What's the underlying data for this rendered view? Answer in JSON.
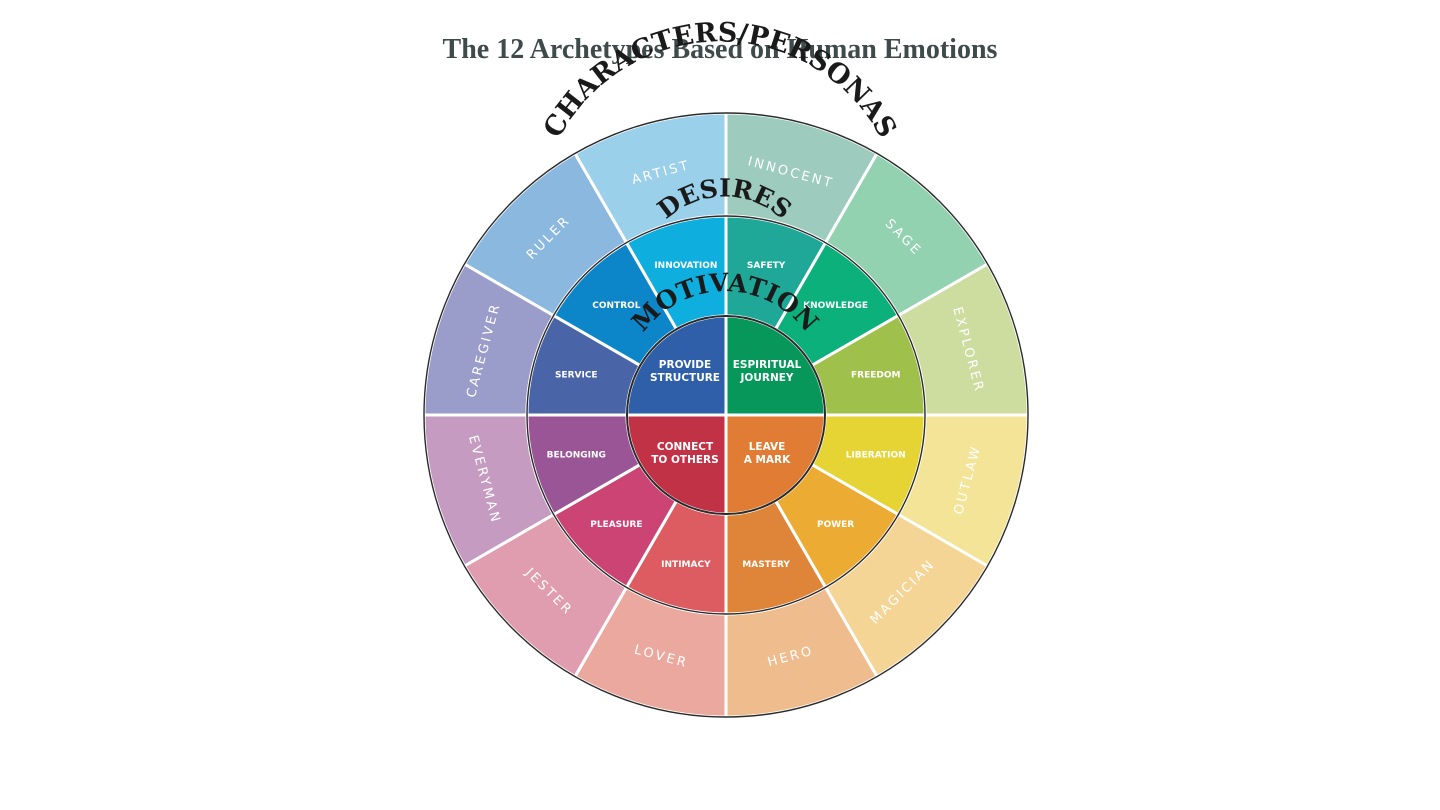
{
  "title": "The 12 Archetypes Based on Human Emotions",
  "ring_titles": {
    "outer": "CHARACTERS/PERSONAS",
    "middle": "DESIRES",
    "inner": "MOTIVATION"
  },
  "archetypes": [
    {
      "label": "INNOCENT",
      "color": "#9dcbbd"
    },
    {
      "label": "SAGE",
      "color": "#92d2b0"
    },
    {
      "label": "EXPLORER",
      "color": "#cddc9f"
    },
    {
      "label": "OUTLAW",
      "color": "#f3e497"
    },
    {
      "label": "MAGICIAN",
      "color": "#f5d595"
    },
    {
      "label": "HERO",
      "color": "#efbc8d"
    },
    {
      "label": "LOVER",
      "color": "#eba89e"
    },
    {
      "label": "JESTER",
      "color": "#e09daf"
    },
    {
      "label": "EVERYMAN",
      "color": "#c59bc1"
    },
    {
      "label": "CAREGIVER",
      "color": "#9a9cc9"
    },
    {
      "label": "RULER",
      "color": "#8bb8df"
    },
    {
      "label": "ARTIST",
      "color": "#9bd0ea"
    }
  ],
  "desires": [
    {
      "label": "SAFETY",
      "color": "#1fa898"
    },
    {
      "label": "KNOWLEDGE",
      "color": "#0bb07a"
    },
    {
      "label": "FREEDOM",
      "color": "#a0c04c"
    },
    {
      "label": "LIBERATION",
      "color": "#e6d435"
    },
    {
      "label": "POWER",
      "color": "#ecac34"
    },
    {
      "label": "MASTERY",
      "color": "#df8539"
    },
    {
      "label": "INTIMACY",
      "color": "#dc5c61"
    },
    {
      "label": "PLEASURE",
      "color": "#cc4474"
    },
    {
      "label": "BELONGING",
      "color": "#9a5597"
    },
    {
      "label": "SERVICE",
      "color": "#4a64a8"
    },
    {
      "label": "CONTROL",
      "color": "#0d85c9"
    },
    {
      "label": "INNOVATION",
      "color": "#0eafdf"
    }
  ],
  "motivations": [
    {
      "lines": [
        "ESPIRITUAL",
        "JOURNEY"
      ],
      "color": "#07975a"
    },
    {
      "lines": [
        "LEAVE",
        "A MARK"
      ],
      "color": "#e07c34"
    },
    {
      "lines": [
        "CONNECT",
        "TO OTHERS"
      ],
      "color": "#c23247"
    },
    {
      "lines": [
        "PROVIDE",
        "STRUCTURE"
      ],
      "color": "#2e5fa8"
    }
  ]
}
